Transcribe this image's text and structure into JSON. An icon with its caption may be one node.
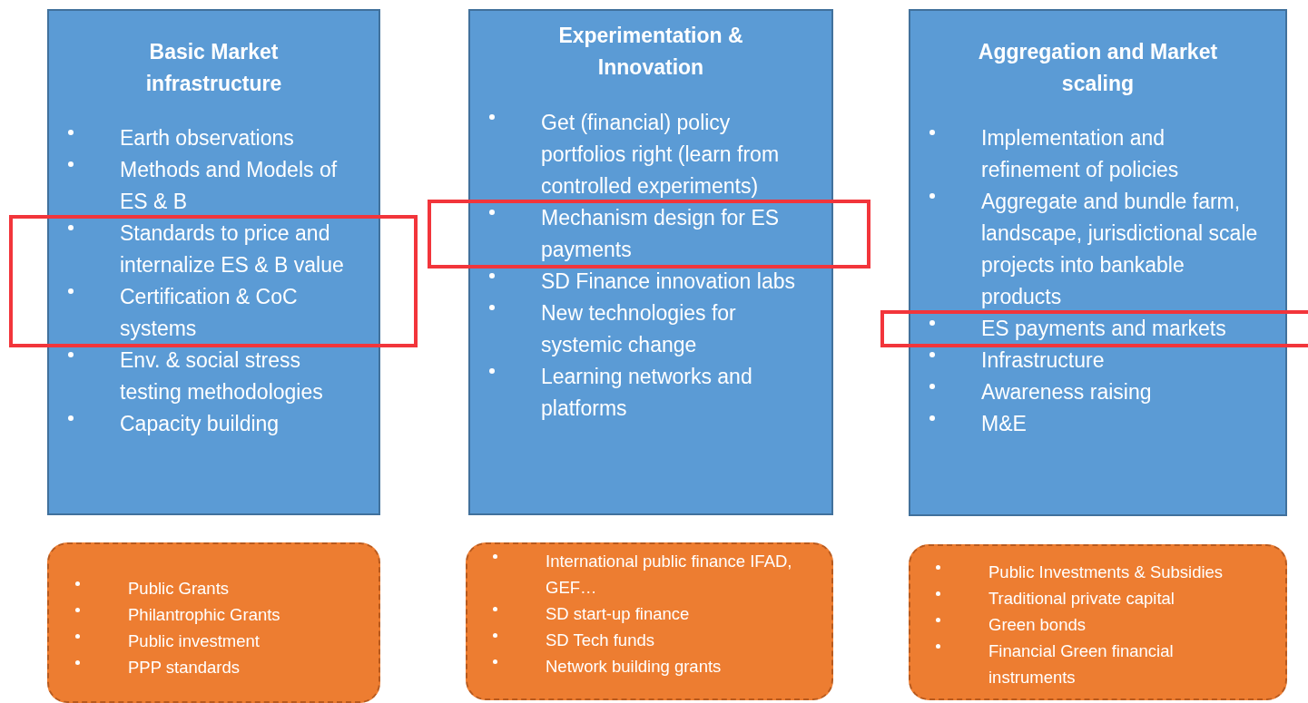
{
  "diagram": {
    "nodes": [
      {
        "text": [
          "Basic Market infrastructure",
          "Earth observations",
          "Methods and Models of ES & B",
          "Standards to price and internalize ES & B value",
          "Certification & CoC systems",
          "Env. & social stress testing methodologies",
          "Capacity building"
        ]
      },
      {
        "text": [
          "Experimentation & Innovation",
          "Get (financial) policy portfolios right (learn from controlled experiments)",
          "Mechanism design for ES payments",
          "SD Finance innovation labs",
          "New technologies for systemic change",
          "Learning networks and platforms"
        ]
      },
      {
        "text": [
          "Aggregation and Market scaling",
          "Implementation and refinement of policies",
          "Aggregate and bundle farm, landscape, jurisdictional scale projects into bankable products",
          "ES payments and markets",
          "Infrastructure",
          "Awareness raising",
          "M&E"
        ]
      },
      {
        "text": [
          "Public Grants",
          "Philantrophic Grants",
          "Public investment",
          "PPP standards"
        ]
      },
      {
        "text": [
          "International public finance IFAD, GEF…",
          "SD start-up finance",
          "SD Tech funds",
          "Network building grants"
        ]
      },
      {
        "text": [
          "Public Investments & Subsidies",
          "Traditional private capital",
          "Green bonds",
          "Financial Green financial instruments"
        ]
      }
    ]
  }
}
